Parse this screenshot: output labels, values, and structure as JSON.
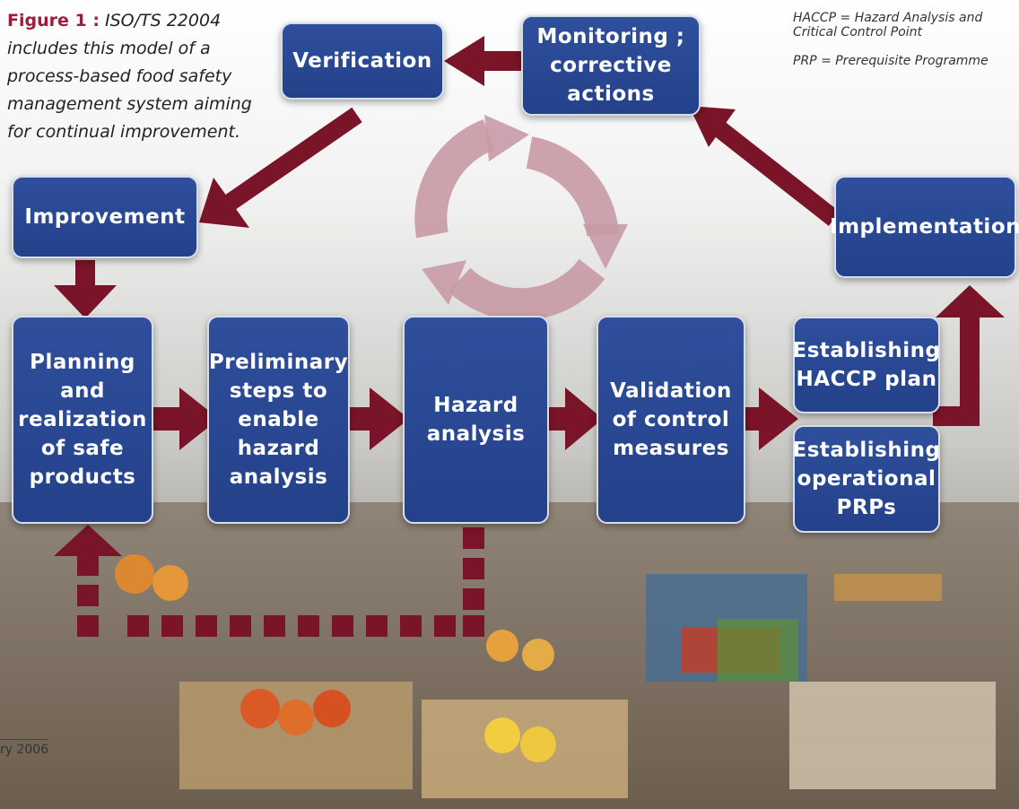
{
  "caption": {
    "label": "Figure 1 :",
    "text": "ISO/TS 22004 includes this model of a process-based food safety management system aiming for continual improvement."
  },
  "legend": {
    "haccp": "HACCP = Hazard Analysis and Critical Control Point",
    "prp": "PRP = Prerequisite Programme"
  },
  "boxes": {
    "verification": "Verification",
    "monitoring": "Monitoring ; corrective actions",
    "improvement": "Improvement",
    "implementation": "Implementation",
    "planning": "Planning and realization of safe products",
    "preliminary": "Preliminary steps to enable hazard analysis",
    "hazard": "Hazard analysis",
    "validation": "Validation of control measures",
    "haccp_plan": "Establishing HACCP plan",
    "operational_prps": "Establishing operational PRPs"
  },
  "footer": "ry 2006",
  "colors": {
    "box_fill": "#2a4a94",
    "arrow": "#7a1428",
    "cycle_arrow": "#c89aa6",
    "caption_label": "#a01a3a"
  }
}
